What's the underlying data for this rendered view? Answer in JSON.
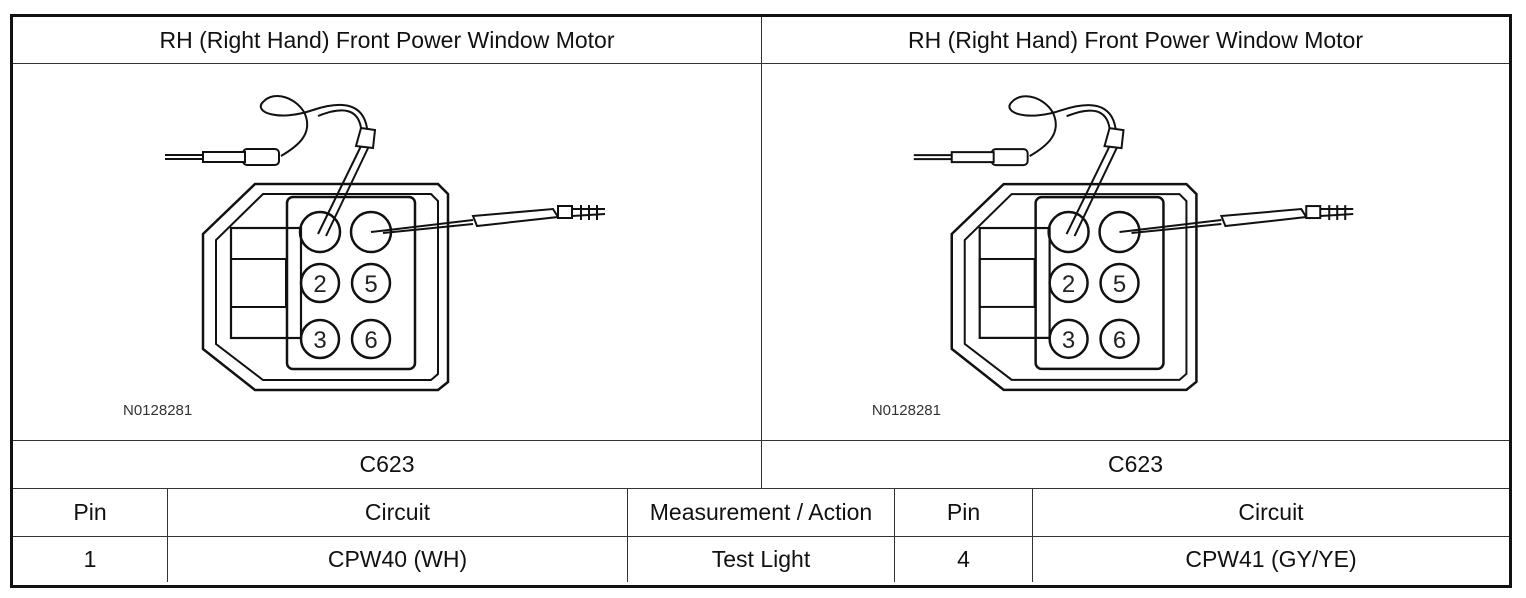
{
  "panels": [
    {
      "title": "RH (Right Hand) Front Power Window Motor",
      "figure_code": "N0128281",
      "connector": "C623",
      "pin_labels": [
        "2",
        "5",
        "3",
        "6"
      ]
    },
    {
      "title": "RH (Right Hand) Front Power Window Motor",
      "figure_code": "N0128281",
      "connector": "C623",
      "pin_labels": [
        "2",
        "5",
        "3",
        "6"
      ]
    }
  ],
  "table": {
    "headers": [
      "Pin",
      "Circuit",
      "Measurement / Action",
      "Pin",
      "Circuit"
    ],
    "row": [
      "1",
      "CPW40 (WH)",
      "Test Light",
      "4",
      "CPW41 (GY/YE)"
    ]
  },
  "icons": [
    "test-light-probe-icon",
    "jumper-probe-icon",
    "connector-c623-face-icon"
  ]
}
